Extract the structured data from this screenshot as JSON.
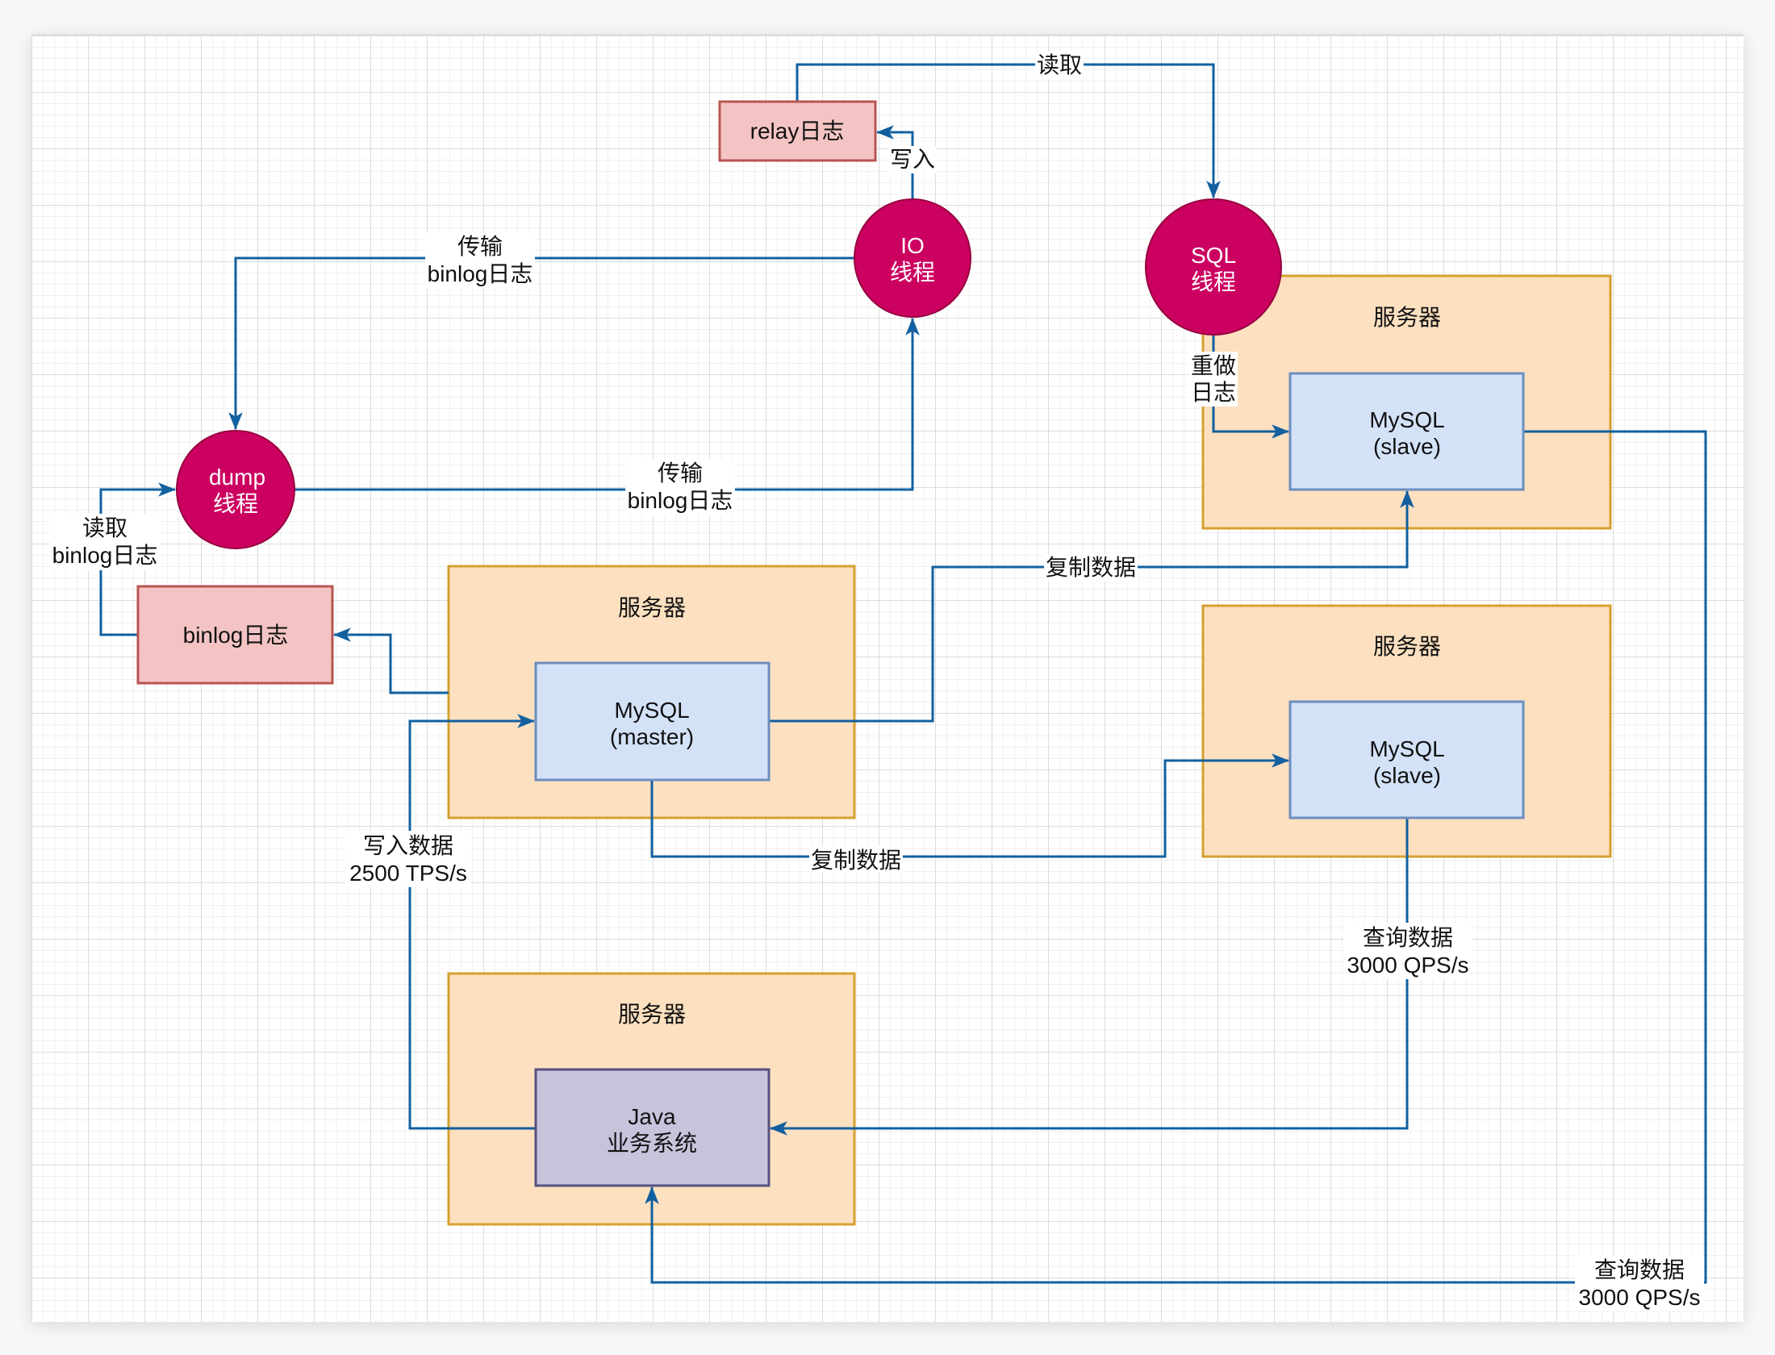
{
  "diagram": {
    "threads": {
      "io": [
        "IO",
        "线程"
      ],
      "sql": [
        "SQL",
        "线程"
      ],
      "dump": [
        "dump",
        "线程"
      ]
    },
    "logs": {
      "relay": "relay日志",
      "binlog": "binlog日志"
    },
    "servers": {
      "master_title": "服务器",
      "slave1_title": "服务器",
      "slave2_title": "服务器",
      "java_title": "服务器"
    },
    "nodes": {
      "master": [
        "MySQL",
        "(master)"
      ],
      "slave1": [
        "MySQL",
        "(slave)"
      ],
      "slave2": [
        "MySQL",
        "(slave)"
      ],
      "java": [
        "Java",
        "业务系统"
      ]
    },
    "edge_labels": {
      "relay_to_sql": "读取",
      "io_to_relay": "写入",
      "io_to_dump": [
        "传输",
        "binlog日志"
      ],
      "dump_to_io": [
        "传输",
        "binlog日志"
      ],
      "binlog_to_dump": [
        "读取",
        "binlog日志"
      ],
      "sql_to_slave": [
        "重做",
        "日志"
      ],
      "java_to_master": [
        "写入数据",
        "2500 TPS/s"
      ],
      "master_to_slave1": "复制数据",
      "master_to_slave2": "复制数据",
      "slave2_to_java": [
        "查询数据",
        "3000 QPS/s"
      ],
      "slave1_to_java": [
        "查询数据",
        "3000 QPS/s"
      ]
    },
    "colors": {
      "edge": "#12609f",
      "server_fill": "#fde0c0",
      "server_stroke": "#d6a030",
      "db_fill": "#d4e2f8",
      "java_fill": "#c6c3db",
      "log_fill": "#f4c4c4",
      "thread_fill": "#cc0060"
    }
  }
}
